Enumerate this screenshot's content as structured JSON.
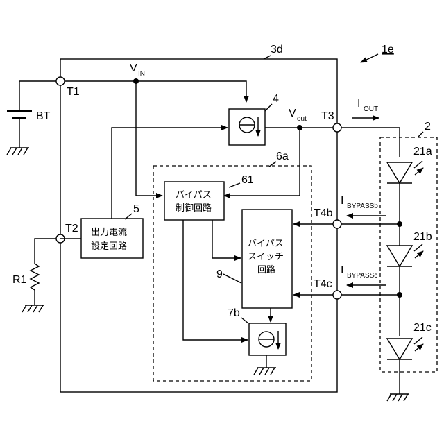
{
  "labels": {
    "figure": "1e",
    "ic": "3d",
    "battery": "BT",
    "t1": "T1",
    "t2": "T2",
    "t3": "T3",
    "t4b": "T4b",
    "t4c": "T4c",
    "vin": "V",
    "vin_sub": "IN",
    "vout": "V",
    "vout_sub": "out",
    "iout": "I",
    "iout_sub": "OUT",
    "ibypass_b": "I",
    "ibypass_b_sub": "BYPASSb",
    "ibypass_c": "I",
    "ibypass_c_sub": "BYPASSc",
    "current_source_4": "4",
    "block_5": "5",
    "block_6a": "6a",
    "block_61": "61",
    "block_9": "9",
    "current_source_7b": "7b",
    "led_array": "2",
    "led_21a": "21a",
    "led_21b": "21b",
    "led_21c": "21c",
    "resistor": "R1"
  },
  "blocks": {
    "output_current_setting": [
      "出力電流",
      "設定回路"
    ],
    "bypass_control": [
      "バイパス",
      "制御回路"
    ],
    "bypass_switch": [
      "バイパス",
      "スイッチ",
      "回路"
    ]
  }
}
